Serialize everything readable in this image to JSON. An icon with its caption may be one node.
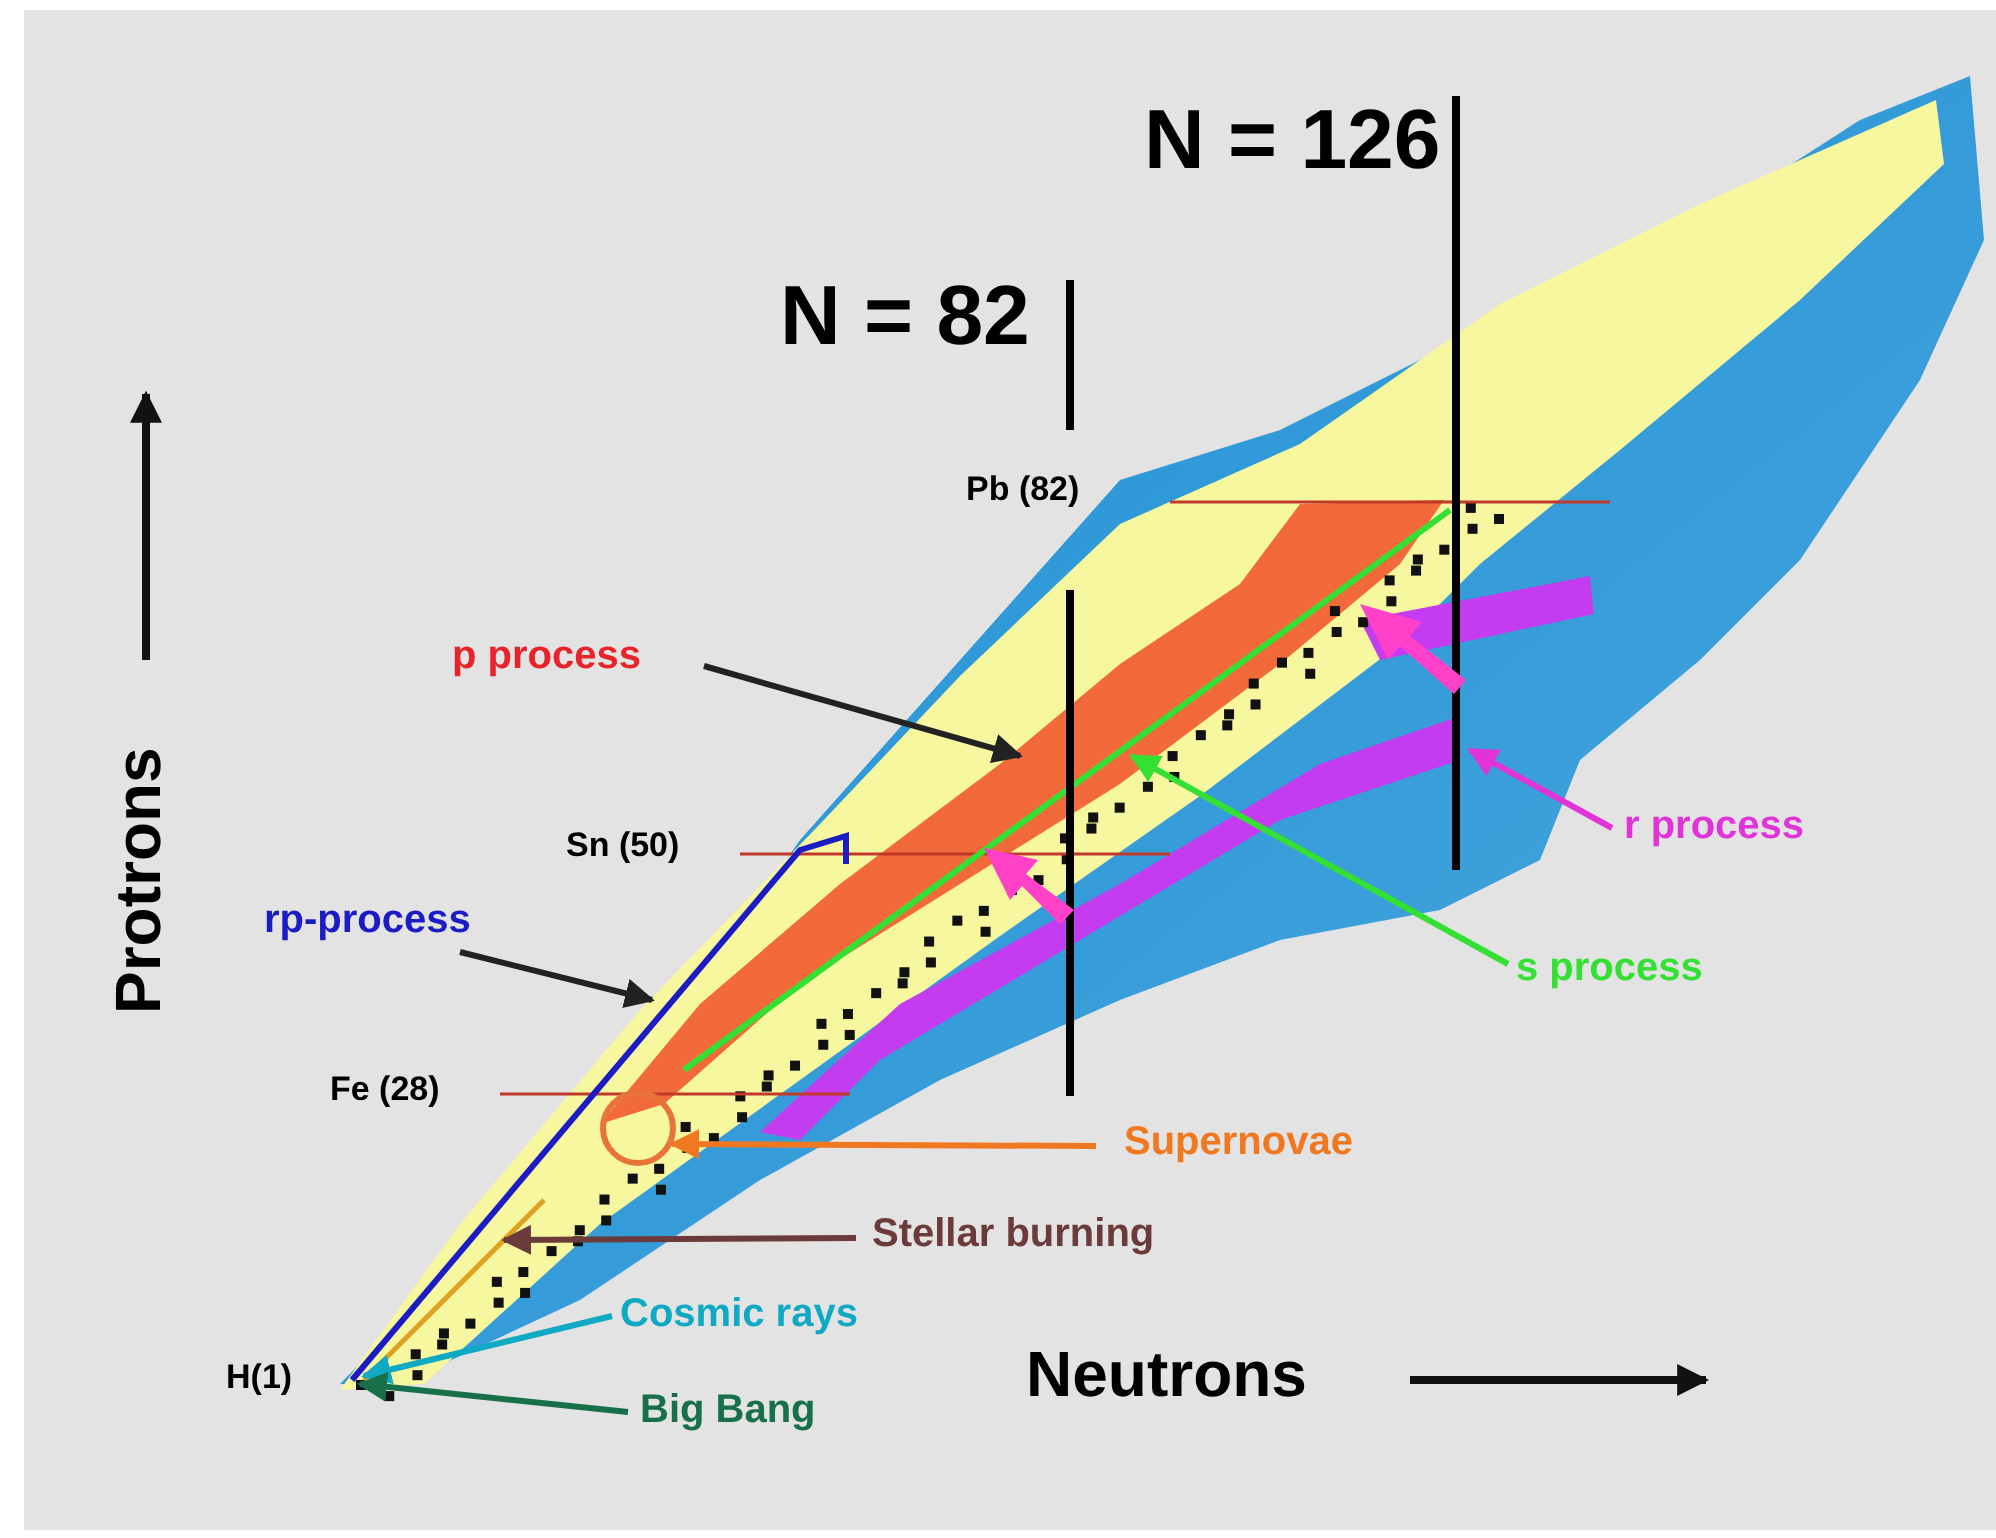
{
  "diagram": {
    "nodes": [
      {
        "text": [
          "p process"
        ]
      },
      {
        "text": [
          "r process"
        ]
      },
      {
        "text": [
          "rp-process"
        ]
      },
      {
        "text": [
          "s process"
        ]
      },
      {
        "text": [
          "Supernovae"
        ]
      },
      {
        "text": [],
        "shape": "circle"
      },
      {
        "text": [
          "Stellar burning"
        ]
      },
      {
        "text": [
          "Cosmic rays"
        ]
      },
      {
        "text": [
          "Big Bang"
        ]
      }
    ],
    "edges": [
      {
        "from": 0,
        "to": null,
        "arrow": "to"
      },
      {
        "from": 1,
        "to": null,
        "arrow": "to",
        "color": "#e033d8"
      },
      {
        "from": 2,
        "to": null,
        "arrow": "to"
      },
      {
        "from": 3,
        "to": null,
        "arrow": "to",
        "color": "#33e033"
      },
      {
        "from": 4,
        "to": 5,
        "arrow": "to",
        "color": "#f07820"
      },
      {
        "from": 6,
        "to": null,
        "arrow": "to",
        "color": "#6b3b3b"
      },
      {
        "from": 7,
        "to": null,
        "arrow": "to",
        "color": "#0fa9c4"
      },
      {
        "from": 8,
        "to": null,
        "arrow": "to",
        "color": "#17704a"
      }
    ],
    "labels": [
      "N = 126",
      "N = 82",
      "Pb (82)",
      "Sn (50)",
      "Fe (28)",
      "H(1)",
      "Protrons",
      "Neutrons"
    ]
  }
}
